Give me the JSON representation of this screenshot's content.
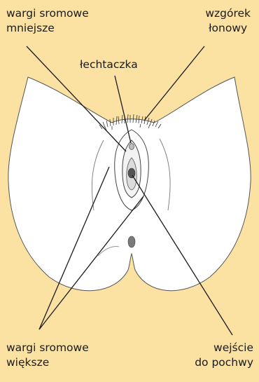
{
  "labels": {
    "labia_minora": [
      "wargi sromowe",
      "mniejsze"
    ],
    "mons_pubis": [
      "wzgórek",
      "łonowy"
    ],
    "clitoris": "łechtaczka",
    "labia_majora": [
      "wargi sromowe",
      "większe"
    ],
    "vaginal_opening": [
      "wejście",
      "do pochwy"
    ]
  },
  "colors": {
    "background": "#fbe2a2",
    "skin": "#ffffff",
    "outline": "#333333"
  }
}
